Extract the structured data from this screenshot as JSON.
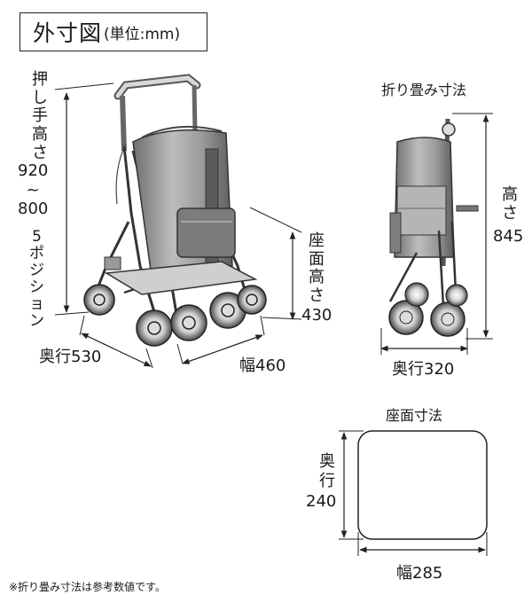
{
  "title": {
    "main": "外寸図",
    "unit": "(単位:mm)"
  },
  "main_view": {
    "handle_height_label": [
      "押",
      "し",
      "手",
      "高",
      "さ"
    ],
    "handle_height_values": [
      "920",
      "~",
      "800"
    ],
    "positions_label": [
      "5",
      "ポ",
      "ジ",
      "シ",
      "ョ",
      "ン"
    ],
    "seat_height_label": [
      "座",
      "面",
      "高",
      "さ"
    ],
    "seat_height_value": "430",
    "depth_label": "奥行530",
    "width_label": "幅460"
  },
  "folded_view": {
    "title": "折り畳み寸法",
    "height_label": [
      "高",
      "さ"
    ],
    "height_value": "845",
    "depth_label": "奥行320"
  },
  "seat_view": {
    "title": "座面寸法",
    "depth_label": [
      "奥",
      "行"
    ],
    "depth_value": "240",
    "width_label": "幅285"
  },
  "footnote": "※折り畳み寸法は参考数値です。"
}
